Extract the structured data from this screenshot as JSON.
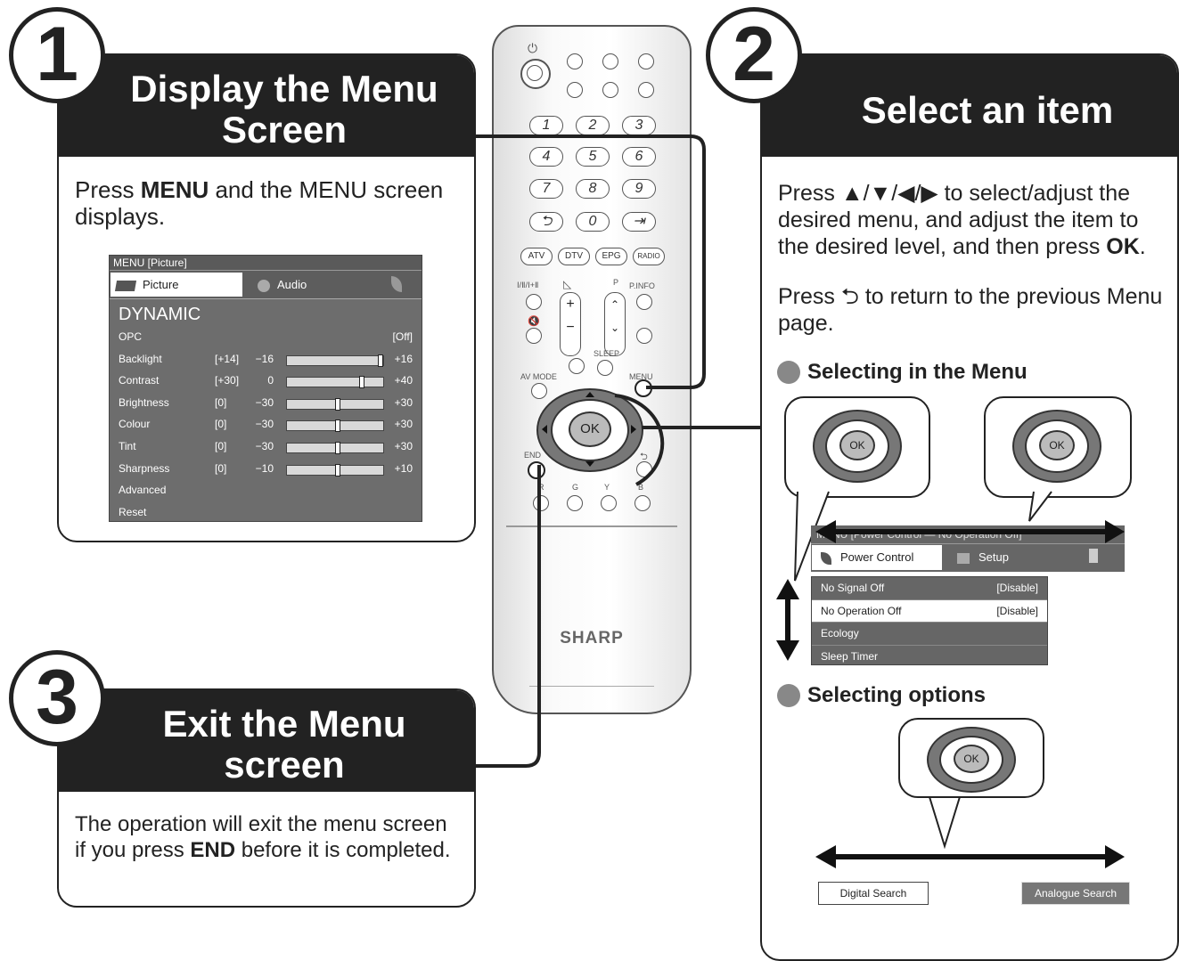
{
  "step1": {
    "number": "1",
    "title_line1": "Display the Menu",
    "title_line2": "Screen",
    "text_pre": "Press ",
    "text_bold": "MENU",
    "text_post": " and the MENU screen displays."
  },
  "menu_screen": {
    "header": "MENU  [Picture]",
    "tab_picture": "Picture",
    "tab_audio": "Audio",
    "mode": "DYNAMIC",
    "rows": [
      {
        "label": "OPC",
        "bracket": "",
        "min": "",
        "max": "[Off]",
        "level": null
      },
      {
        "label": "Backlight",
        "bracket": "[+14]",
        "min": "−16",
        "max": "+16",
        "level": 0.94
      },
      {
        "label": "Contrast",
        "bracket": "[+30]",
        "min": "0",
        "max": "+40",
        "level": 0.75
      },
      {
        "label": "Brightness",
        "bracket": "[0]",
        "min": "−30",
        "max": "+30",
        "level": 0.5
      },
      {
        "label": "Colour",
        "bracket": "[0]",
        "min": "−30",
        "max": "+30",
        "level": 0.5
      },
      {
        "label": "Tint",
        "bracket": "[0]",
        "min": "−30",
        "max": "+30",
        "level": 0.5
      },
      {
        "label": "Sharpness",
        "bracket": "[0]",
        "min": "−10",
        "max": "+10",
        "level": 0.5
      },
      {
        "label": "Advanced",
        "bracket": "",
        "min": "",
        "max": "",
        "level": null
      },
      {
        "label": "Reset",
        "bracket": "",
        "min": "",
        "max": "",
        "level": null
      }
    ]
  },
  "step2": {
    "number": "2",
    "title": "Select an item",
    "text1_pre": "Press ▲/▼/◀/▶ to select/adjust the desired menu, and adjust the item to the desired level, and then press ",
    "text1_bold": "OK",
    "text1_post": ".",
    "text2": "Press ⮌ to return to the previous Menu page.",
    "section1": "Selecting in the Menu",
    "section2": "Selecting options"
  },
  "power_menu": {
    "header": "MENU  [Power Control — No Operation Off]",
    "tab_power": "Power Control",
    "tab_setup": "Setup",
    "rows": [
      {
        "label": "No Signal Off",
        "value": "[Disable]"
      },
      {
        "label": "No Operation Off",
        "value": "[Disable]"
      },
      {
        "label": "Ecology",
        "value": ""
      },
      {
        "label": "Sleep Timer",
        "value": ""
      }
    ]
  },
  "options": {
    "digital": "Digital Search",
    "analogue": "Analogue Search"
  },
  "step3": {
    "number": "3",
    "title_line1": "Exit the Menu",
    "title_line2": "screen",
    "text_pre": "The operation will exit the menu screen if you press ",
    "text_bold": "END",
    "text_post": " before it is completed."
  },
  "remote": {
    "brand": "SHARP",
    "numbers": [
      "1",
      "2",
      "3",
      "4",
      "5",
      "6",
      "7",
      "8",
      "9",
      "0"
    ],
    "atv": "ATV",
    "dtv": "DTV",
    "epg": "EPG",
    "radio": "RADIO",
    "p_label": "P",
    "pinfo": "P.INFO",
    "sleep": "SLEEP",
    "av_mode": "AV MODE",
    "menu": "MENU",
    "end": "END",
    "ok": "OK",
    "r": "R",
    "g": "G",
    "y": "Y",
    "b": "B",
    "audio_label": "Ⅰ/Ⅱ/Ⅰ+Ⅱ"
  },
  "colors": {
    "dark": "#222222",
    "menu_bg": "#6d6d6d",
    "dot": "#888888"
  }
}
